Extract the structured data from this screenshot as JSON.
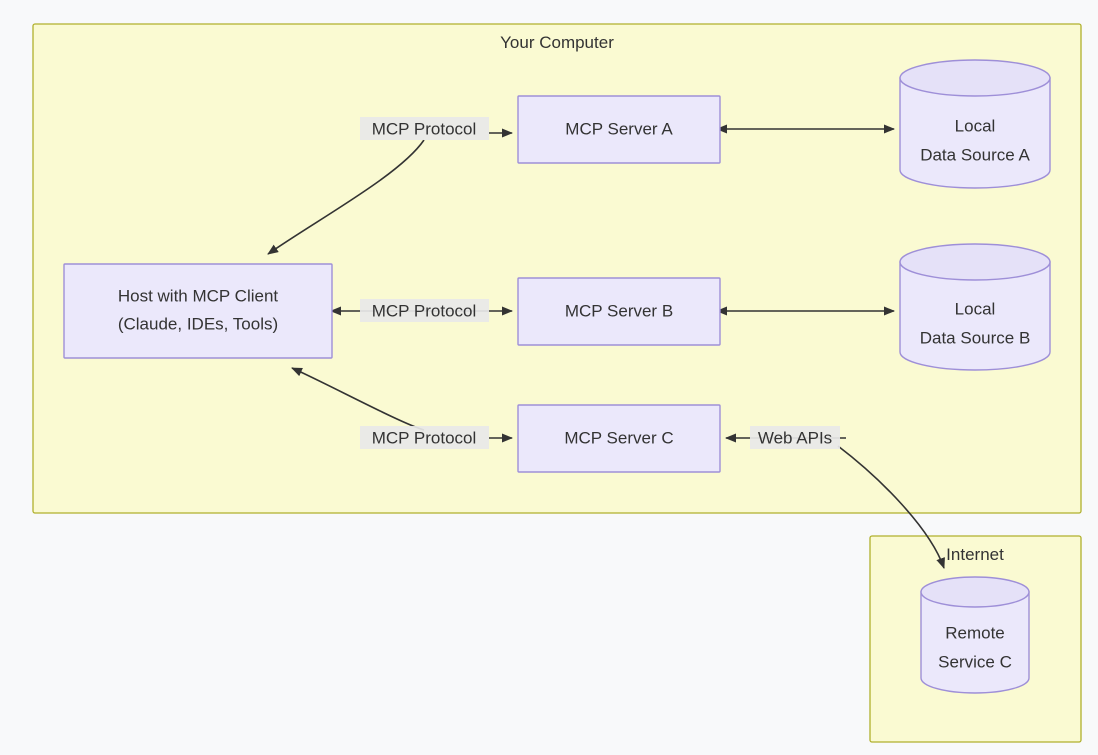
{
  "diagram": {
    "type": "architecture-flow",
    "background_color": "#f8f9fa",
    "groups": [
      {
        "id": "your-computer",
        "title": "Your Computer",
        "fill": "#fafad2",
        "stroke": "#b0b02c"
      },
      {
        "id": "internet",
        "title": "Internet",
        "fill": "#fafad2",
        "stroke": "#b0b02c"
      }
    ],
    "nodes": [
      {
        "id": "host",
        "shape": "rect",
        "lines": [
          "Host with MCP Client",
          "(Claude, IDEs, Tools)"
        ],
        "fill": "#ebe8fb",
        "stroke": "#9e8fd8"
      },
      {
        "id": "server-a",
        "shape": "rect",
        "lines": [
          "MCP Server A"
        ],
        "fill": "#ebe8fb",
        "stroke": "#9e8fd8"
      },
      {
        "id": "server-b",
        "shape": "rect",
        "lines": [
          "MCP Server B"
        ],
        "fill": "#ebe8fb",
        "stroke": "#9e8fd8"
      },
      {
        "id": "server-c",
        "shape": "rect",
        "lines": [
          "MCP Server C"
        ],
        "fill": "#ebe8fb",
        "stroke": "#9e8fd8"
      },
      {
        "id": "data-source-a",
        "shape": "cylinder",
        "lines": [
          "Local",
          "Data Source A"
        ],
        "fill": "#ebe8fb",
        "stroke": "#9e8fd8"
      },
      {
        "id": "data-source-b",
        "shape": "cylinder",
        "lines": [
          "Local",
          "Data Source B"
        ],
        "fill": "#ebe8fb",
        "stroke": "#9e8fd8"
      },
      {
        "id": "remote-service-c",
        "shape": "cylinder",
        "lines": [
          "Remote",
          "Service C"
        ],
        "fill": "#ebe8fb",
        "stroke": "#9e8fd8"
      }
    ],
    "edges": [
      {
        "id": "host-server-a",
        "label": "MCP Protocol",
        "from": "host",
        "to": "server-a",
        "arrows": "both"
      },
      {
        "id": "host-server-b",
        "label": "MCP Protocol",
        "from": "host",
        "to": "server-b",
        "arrows": "both"
      },
      {
        "id": "host-server-c",
        "label": "MCP Protocol",
        "from": "host",
        "to": "server-c",
        "arrows": "both"
      },
      {
        "id": "server-a-data-a",
        "label": "",
        "from": "server-a",
        "to": "data-source-a",
        "arrows": "both"
      },
      {
        "id": "server-b-data-b",
        "label": "",
        "from": "server-b",
        "to": "data-source-b",
        "arrows": "both"
      },
      {
        "id": "server-c-remote-c",
        "label": "Web APIs",
        "from": "server-c",
        "to": "remote-service-c",
        "arrows": "both"
      }
    ]
  },
  "labels": {
    "your_computer": "Your Computer",
    "internet": "Internet",
    "host_line1": "Host with MCP Client",
    "host_line2": "(Claude, IDEs, Tools)",
    "server_a": "MCP Server A",
    "server_b": "MCP Server B",
    "server_c": "MCP Server C",
    "data_a_line1": "Local",
    "data_a_line2": "Data Source A",
    "data_b_line1": "Local",
    "data_b_line2": "Data Source B",
    "remote_line1": "Remote",
    "remote_line2": "Service C",
    "mcp_protocol_a": "MCP Protocol",
    "mcp_protocol_b": "MCP Protocol",
    "mcp_protocol_c": "MCP Protocol",
    "web_apis": "Web APIs"
  }
}
